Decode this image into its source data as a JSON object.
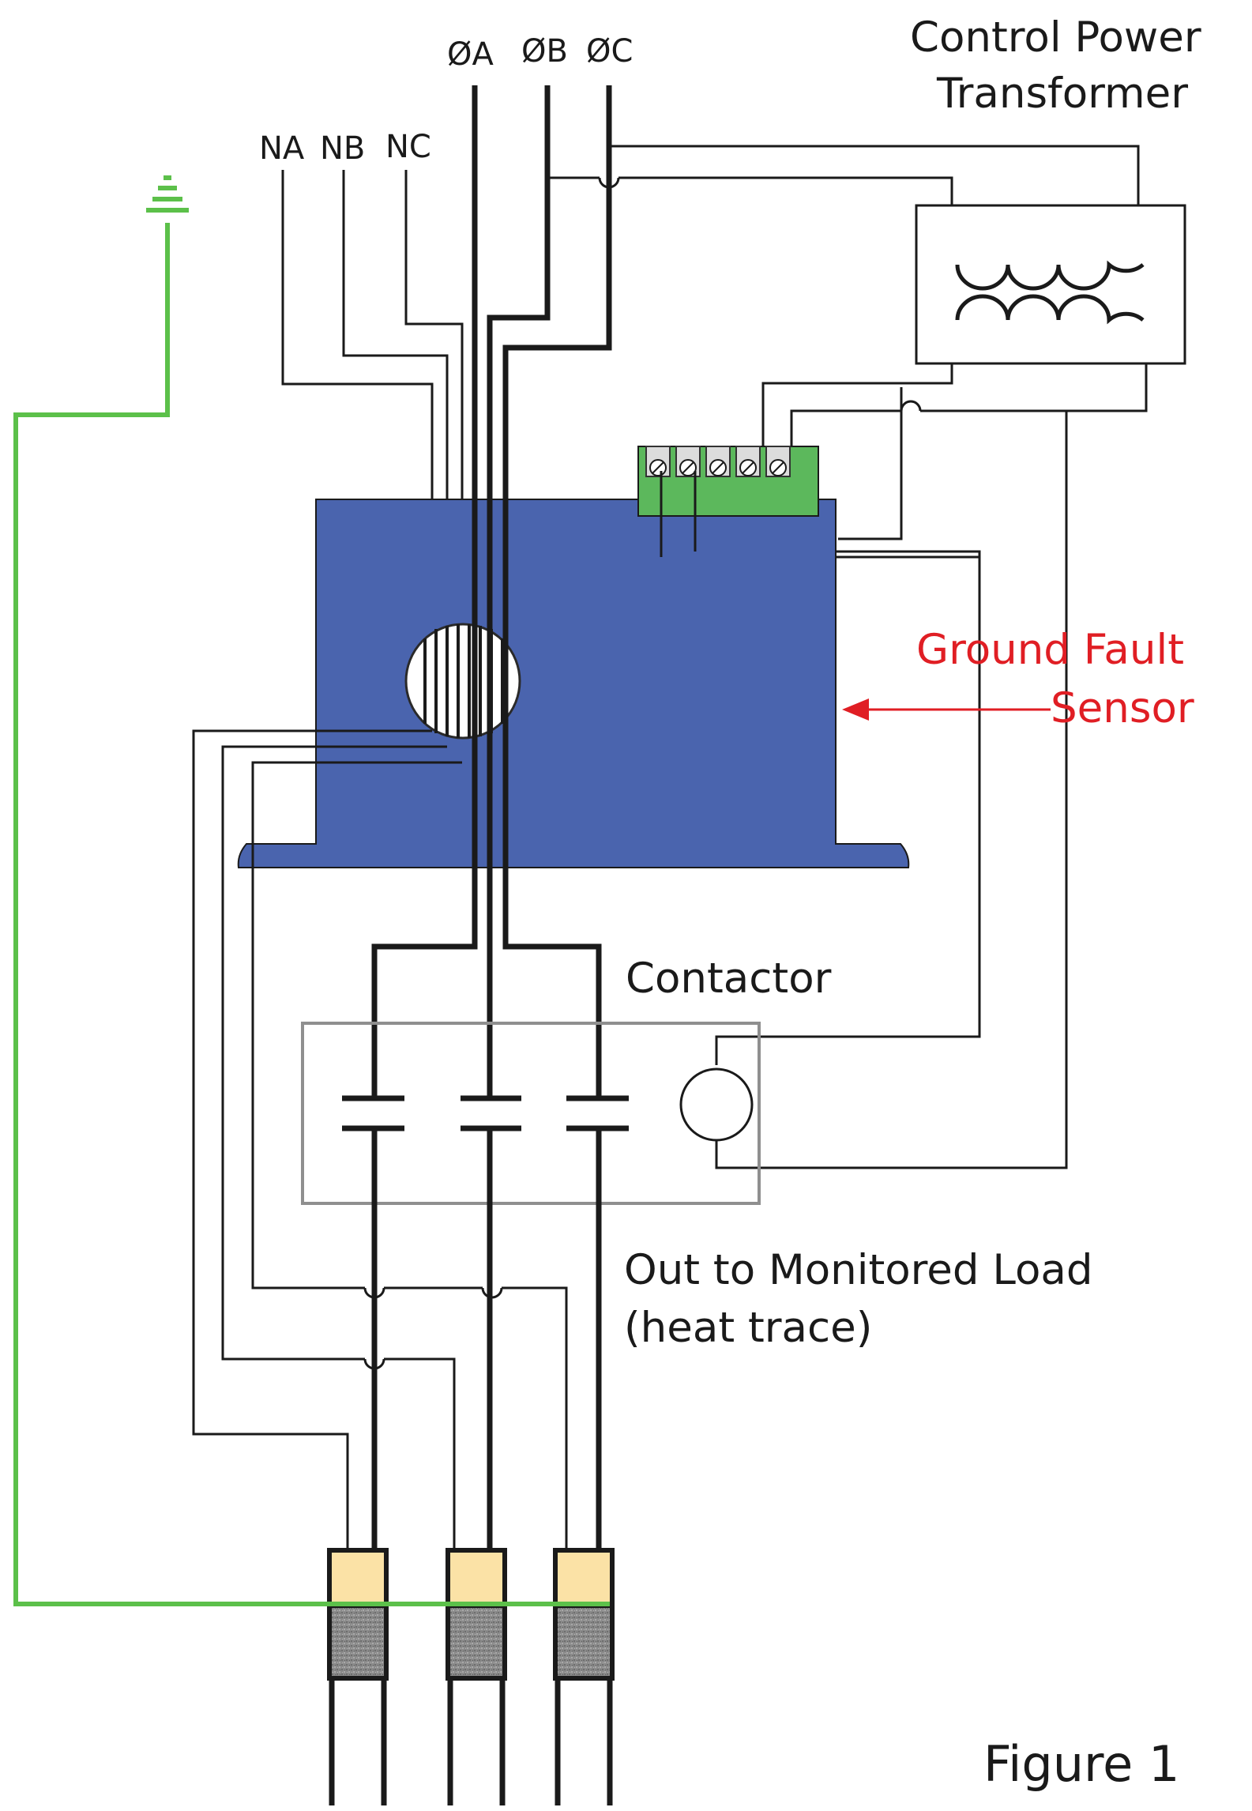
{
  "labels": {
    "phase_a": "ØA",
    "phase_b": "ØB",
    "phase_c": "ØC",
    "neutral_a": "NA",
    "neutral_b": "NB",
    "neutral_c": "NC",
    "transformer_line1": "Control Power",
    "transformer_line2": "Transformer",
    "sensor_line1": "Ground Fault",
    "sensor_line2": "Sensor",
    "contactor": "Contactor",
    "load_line1": "Out to Monitored Load",
    "load_line2": "(heat trace)",
    "figure": "Figure 1"
  },
  "colors": {
    "sensor_body": "#4a64ae",
    "terminal_block": "#5cb85c",
    "ground_wire": "#5cc04a",
    "fault_label": "#e01e24",
    "wire": "#1a1a1a",
    "heat_trace_cap": "#fbe2a6",
    "heat_trace_body": "#8a8a8a",
    "contactor_box": "#8f8f8f"
  },
  "icons": {
    "ground": "ground-symbol-icon",
    "transformer": "transformer-coil-icon",
    "coil": "contactor-coil-icon"
  }
}
